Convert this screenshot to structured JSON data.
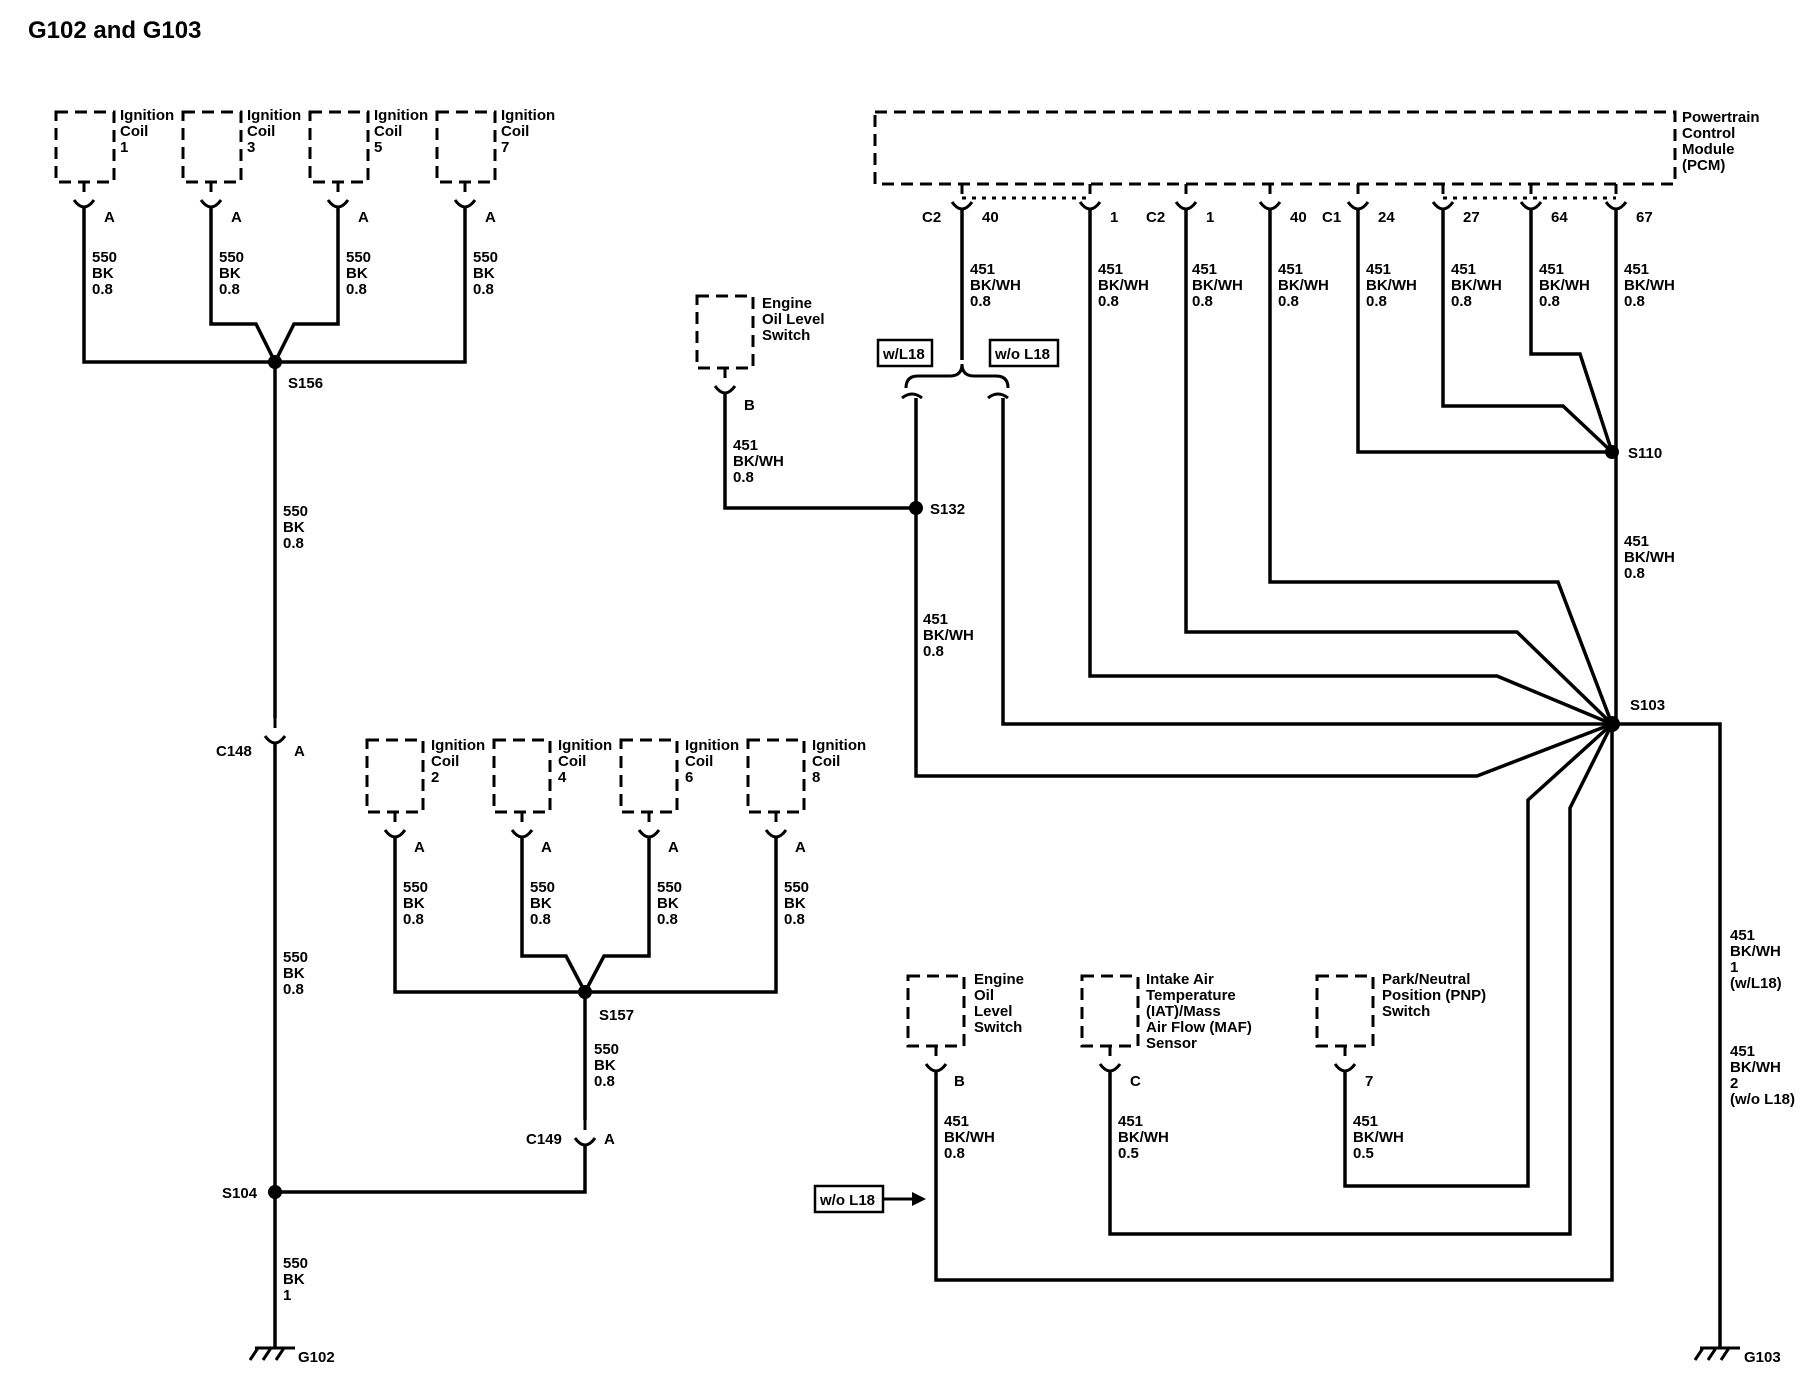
{
  "title": "G102 and G103",
  "coils_top": [
    {
      "name": "Ignition Coil 1",
      "label": [
        "Ignition",
        "Coil",
        "1"
      ],
      "pin": "A",
      "wire": [
        "550",
        "BK",
        "0.8"
      ]
    },
    {
      "name": "Ignition Coil 3",
      "label": [
        "Ignition",
        "Coil",
        "3"
      ],
      "pin": "A",
      "wire": [
        "550",
        "BK",
        "0.8"
      ]
    },
    {
      "name": "Ignition Coil 5",
      "label": [
        "Ignition",
        "Coil",
        "5"
      ],
      "pin": "A",
      "wire": [
        "550",
        "BK",
        "0.8"
      ]
    },
    {
      "name": "Ignition Coil 7",
      "label": [
        "Ignition",
        "Coil",
        "7"
      ],
      "pin": "A",
      "wire": [
        "550",
        "BK",
        "0.8"
      ]
    }
  ],
  "coils_bottom": [
    {
      "name": "Ignition Coil 2",
      "label": [
        "Ignition",
        "Coil",
        "2"
      ],
      "pin": "A",
      "wire": [
        "550",
        "BK",
        "0.8"
      ]
    },
    {
      "name": "Ignition Coil 4",
      "label": [
        "Ignition",
        "Coil",
        "4"
      ],
      "pin": "A",
      "wire": [
        "550",
        "BK",
        "0.8"
      ]
    },
    {
      "name": "Ignition Coil 6",
      "label": [
        "Ignition",
        "Coil",
        "6"
      ],
      "pin": "A",
      "wire": [
        "550",
        "BK",
        "0.8"
      ]
    },
    {
      "name": "Ignition Coil 8",
      "label": [
        "Ignition",
        "Coil",
        "8"
      ],
      "pin": "A",
      "wire": [
        "550",
        "BK",
        "0.8"
      ]
    }
  ],
  "left_wires": {
    "s156_to_c148": [
      "550",
      "BK",
      "0.8"
    ],
    "c148_to_s104": [
      "550",
      "BK",
      "0.8"
    ],
    "s157_to_c149": [
      "550",
      "BK",
      "0.8"
    ],
    "s104_to_g102": [
      "550",
      "BK",
      "1"
    ]
  },
  "splices": {
    "s156": "S156",
    "s157": "S157",
    "s104": "S104",
    "s132": "S132",
    "s110": "S110",
    "s103": "S103"
  },
  "connectors": {
    "c148": "C148",
    "c148_pin": "A",
    "c149": "C149",
    "c149_pin": "A"
  },
  "grounds": {
    "g102": "G102",
    "g103": "G103"
  },
  "pcm": {
    "label": [
      "Powertrain",
      "Control",
      "Module",
      "(PCM)"
    ],
    "pins": [
      {
        "conn": "C2",
        "pin": "40",
        "wire": [
          "451",
          "BK/WH",
          "0.8"
        ]
      },
      {
        "conn": "",
        "pin": "1",
        "wire": [
          "451",
          "BK/WH",
          "0.8"
        ]
      },
      {
        "conn": "C2",
        "pin": "1",
        "wire": [
          "451",
          "BK/WH",
          "0.8"
        ]
      },
      {
        "conn": "",
        "pin": "40",
        "wire": [
          "451",
          "BK/WH",
          "0.8"
        ]
      },
      {
        "conn": "C1",
        "pin": "24",
        "wire": [
          "451",
          "BK/WH",
          "0.8"
        ]
      },
      {
        "conn": "",
        "pin": "27",
        "wire": [
          "451",
          "BK/WH",
          "0.8"
        ]
      },
      {
        "conn": "",
        "pin": "64",
        "wire": [
          "451",
          "BK/WH",
          "0.8"
        ]
      },
      {
        "conn": "",
        "pin": "67",
        "wire": [
          "451",
          "BK/WH",
          "0.8"
        ]
      }
    ]
  },
  "options": {
    "with_l18": "w/L18",
    "without_l18": "w/o L18",
    "without_l18_arrow": "w/o L18"
  },
  "oil_switch_top": {
    "label": [
      "Engine",
      "Oil Level",
      "Switch"
    ],
    "pin": "B",
    "wire": [
      "451",
      "BK/WH",
      "0.8"
    ]
  },
  "s132_wire": [
    "451",
    "BK/WH",
    "0.8"
  ],
  "s110_wire": [
    "451",
    "BK/WH",
    "0.8"
  ],
  "g103_wires": {
    "w1": [
      "451",
      "BK/WH",
      "1",
      "(w/L18)"
    ],
    "w2": [
      "451",
      "BK/WH",
      "2",
      "(w/o L18)"
    ]
  },
  "bottom_components": [
    {
      "name": "Engine Oil Level Switch",
      "label": [
        "Engine",
        "Oil",
        "Level",
        "Switch"
      ],
      "pin": "B",
      "wire": [
        "451",
        "BK/WH",
        "0.8"
      ]
    },
    {
      "name": "IAT/MAF Sensor",
      "label": [
        "Intake Air",
        "Temperature",
        "(IAT)/Mass",
        "Air Flow (MAF)",
        "Sensor"
      ],
      "pin": "C",
      "wire": [
        "451",
        "BK/WH",
        "0.5"
      ]
    },
    {
      "name": "PNP Switch",
      "label": [
        "Park/Neutral",
        "Position (PNP)",
        "Switch"
      ],
      "pin": "7",
      "wire": [
        "451",
        "BK/WH",
        "0.5"
      ]
    }
  ]
}
